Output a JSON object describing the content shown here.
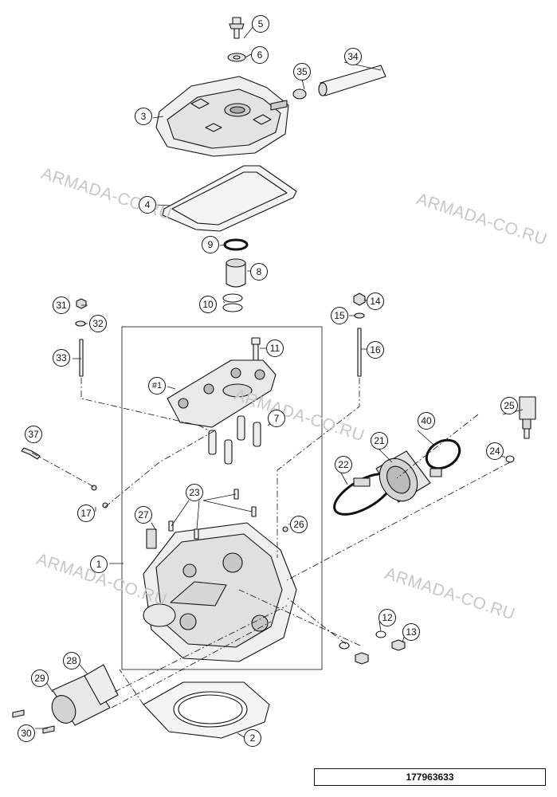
{
  "diagram": {
    "callouts": [
      "5",
      "6",
      "34",
      "35",
      "3",
      "4",
      "9",
      "8",
      "10",
      "31",
      "32",
      "33",
      "14",
      "15",
      "16",
      "11",
      "#1",
      "7",
      "37",
      "17",
      "40",
      "21",
      "22",
      "25",
      "24",
      "23",
      "27",
      "26",
      "1",
      "12",
      "13",
      "28",
      "29",
      "30",
      "2"
    ],
    "watermarks": [
      "ARMADA-CO.RU",
      "ARMADA-CO.RU",
      "ARMADA-CO.RU",
      "ARMADA-CO.RU",
      "ARMADA-CO.RU"
    ],
    "part_number": "177963633"
  }
}
